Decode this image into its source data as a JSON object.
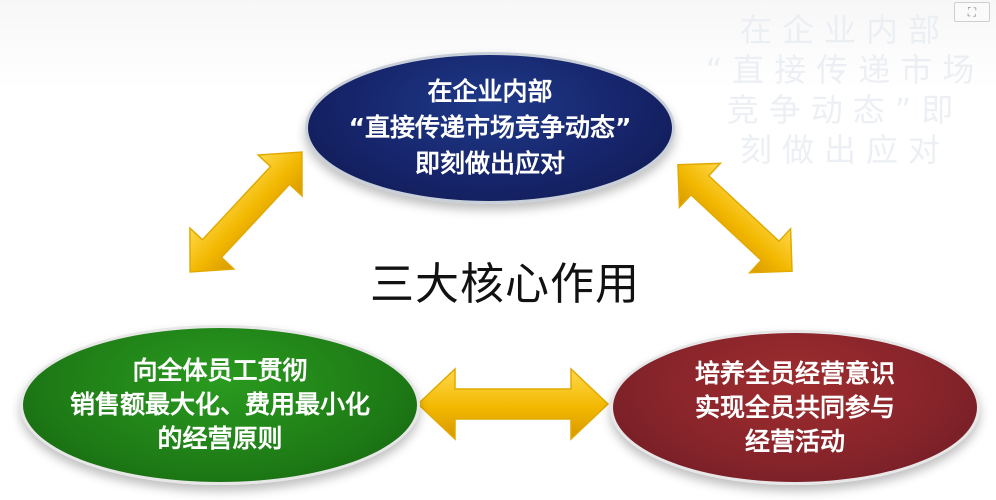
{
  "diagram": {
    "center_title": "三大核心作用",
    "top_node": "在企业内部\n“直接传递市场竞争动态”\n即刻做出应对",
    "left_node": "向全体员工贯彻\n销售额最大化、费用最小化\n的经营原则",
    "right_node": "培养全员经营意识\n实现全员共同参与\n经营活动",
    "watermark": "在企业内部\n“直接传递市场\n竞争动态”即\n刻做出应对"
  },
  "colors": {
    "arrow": "#f2b800",
    "top_node": "#16246a",
    "left_node": "#1e7c16",
    "right_node": "#84232a"
  },
  "icons": {
    "corner": "expand-icon"
  }
}
